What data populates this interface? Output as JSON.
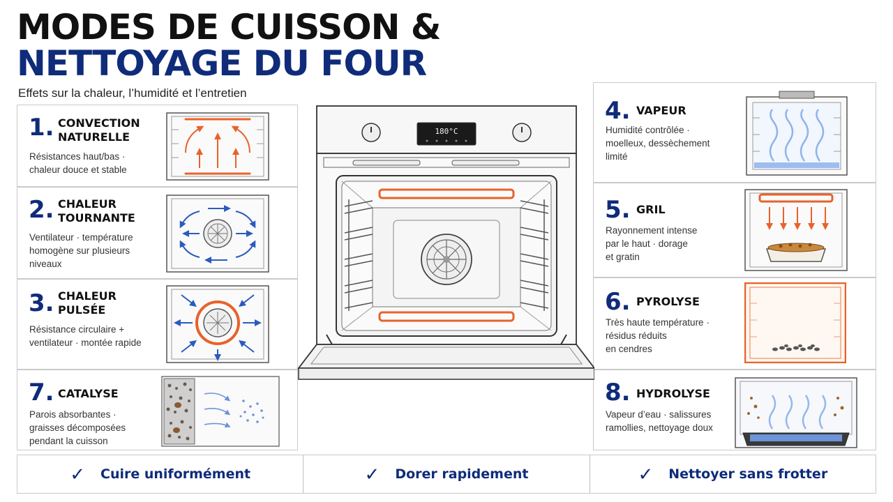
{
  "header": {
    "title_line1": "MODES DE CUISSON &",
    "title_line2": "NETTOYAGE DU FOUR",
    "subtitle": "Effets sur la chaleur, l’humidité et l’entretien"
  },
  "oven": {
    "display": "180°C"
  },
  "modes": [
    {
      "num": "1.",
      "name_l1": "CONVECTION",
      "name_l2": "NATURELLE",
      "desc_l1": "Résistances haut/bas ·",
      "desc_l2": "chaleur douce et stable",
      "desc_l3": "",
      "icon": "top-bottom-heat-icon"
    },
    {
      "num": "2.",
      "name_l1": "CHALEUR",
      "name_l2": "TOURNANTE",
      "desc_l1": "Ventilateur · température",
      "desc_l2": "homogène sur plusieurs",
      "desc_l3": "niveaux",
      "icon": "fan-icon"
    },
    {
      "num": "3.",
      "name_l1": "CHALEUR",
      "name_l2": "PULSÉE",
      "desc_l1": "Résistance circulaire +",
      "desc_l2": "ventilateur · montée rapide",
      "desc_l3": "",
      "icon": "ring-fan-icon"
    },
    {
      "num": "4.",
      "name_l1": "VAPEUR",
      "name_l2": "",
      "desc_l1": "Humidité contrôlée ·",
      "desc_l2": "moelleux, dessèchement",
      "desc_l3": "limité",
      "icon": "steam-icon"
    },
    {
      "num": "5.",
      "name_l1": "GRIL",
      "name_l2": "",
      "desc_l1": "Rayonnement intense",
      "desc_l2": "par le haut · dorage",
      "desc_l3": "et gratin",
      "icon": "grill-icon"
    },
    {
      "num": "6.",
      "name_l1": "PYROLYSE",
      "name_l2": "",
      "desc_l1": "Très haute température ·",
      "desc_l2": "résidus réduits",
      "desc_l3": "en cendres",
      "icon": "pyrolysis-icon"
    },
    {
      "num": "7.",
      "name_l1": "CATALYSE",
      "name_l2": "",
      "desc_l1": "Parois absorbantes ·",
      "desc_l2": "graisses décomposées",
      "desc_l3": "pendant la cuisson",
      "icon": "catalysis-icon"
    },
    {
      "num": "8.",
      "name_l1": "HYDROLYSE",
      "name_l2": "",
      "desc_l1": "Vapeur d’eau · salissures",
      "desc_l2": "ramollies, nettoyage doux",
      "desc_l3": "",
      "icon": "hydrolysis-icon"
    }
  ],
  "benefits": [
    {
      "label": "Cuire uniformément"
    },
    {
      "label": "Dorer rapidement"
    },
    {
      "label": "Nettoyer sans frotter"
    }
  ],
  "colors": {
    "navy": "#0f2b7a",
    "heat": "#e8622a",
    "air": "#2a5bbf",
    "steam": "#7fa8e8"
  }
}
